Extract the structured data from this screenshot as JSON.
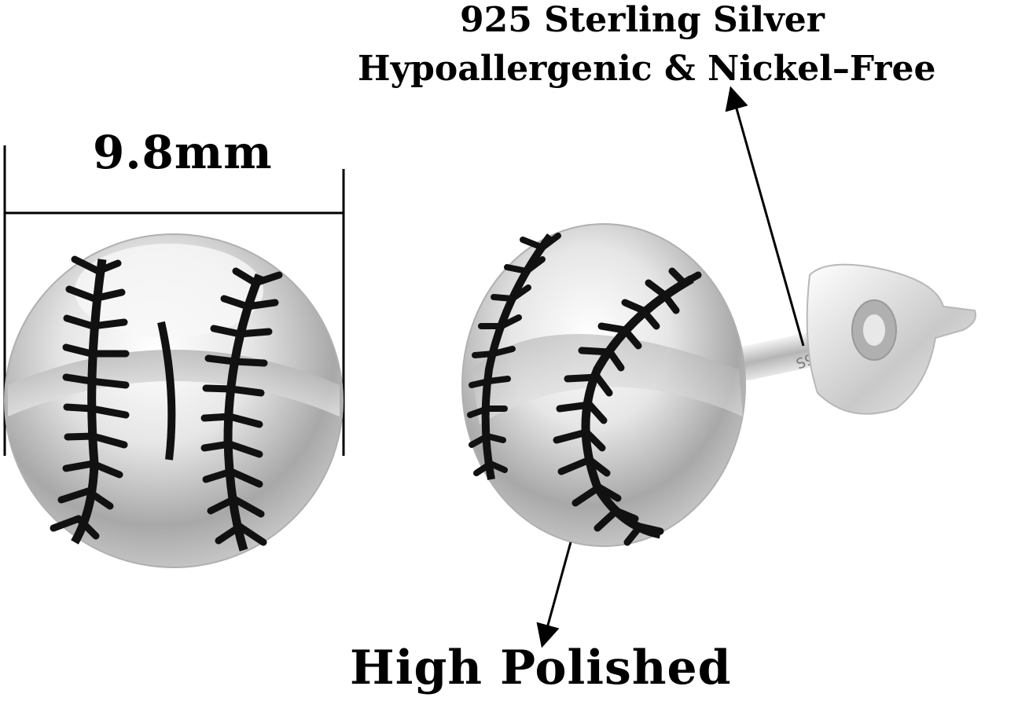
{
  "annotations": {
    "size": "9.8mm",
    "material_line1": "925 Sterling Silver",
    "material_line2": "Hypoallergenic & Nickel–Free",
    "finish": "High Polished",
    "stamp": "S925"
  },
  "colors": {
    "background": "#ffffff",
    "text": "#000000",
    "silver": "#d9d9d9",
    "stitch": "#111111"
  },
  "icons": [
    "baseball-earring-front",
    "baseball-earring-side",
    "earring-back-clutch"
  ]
}
